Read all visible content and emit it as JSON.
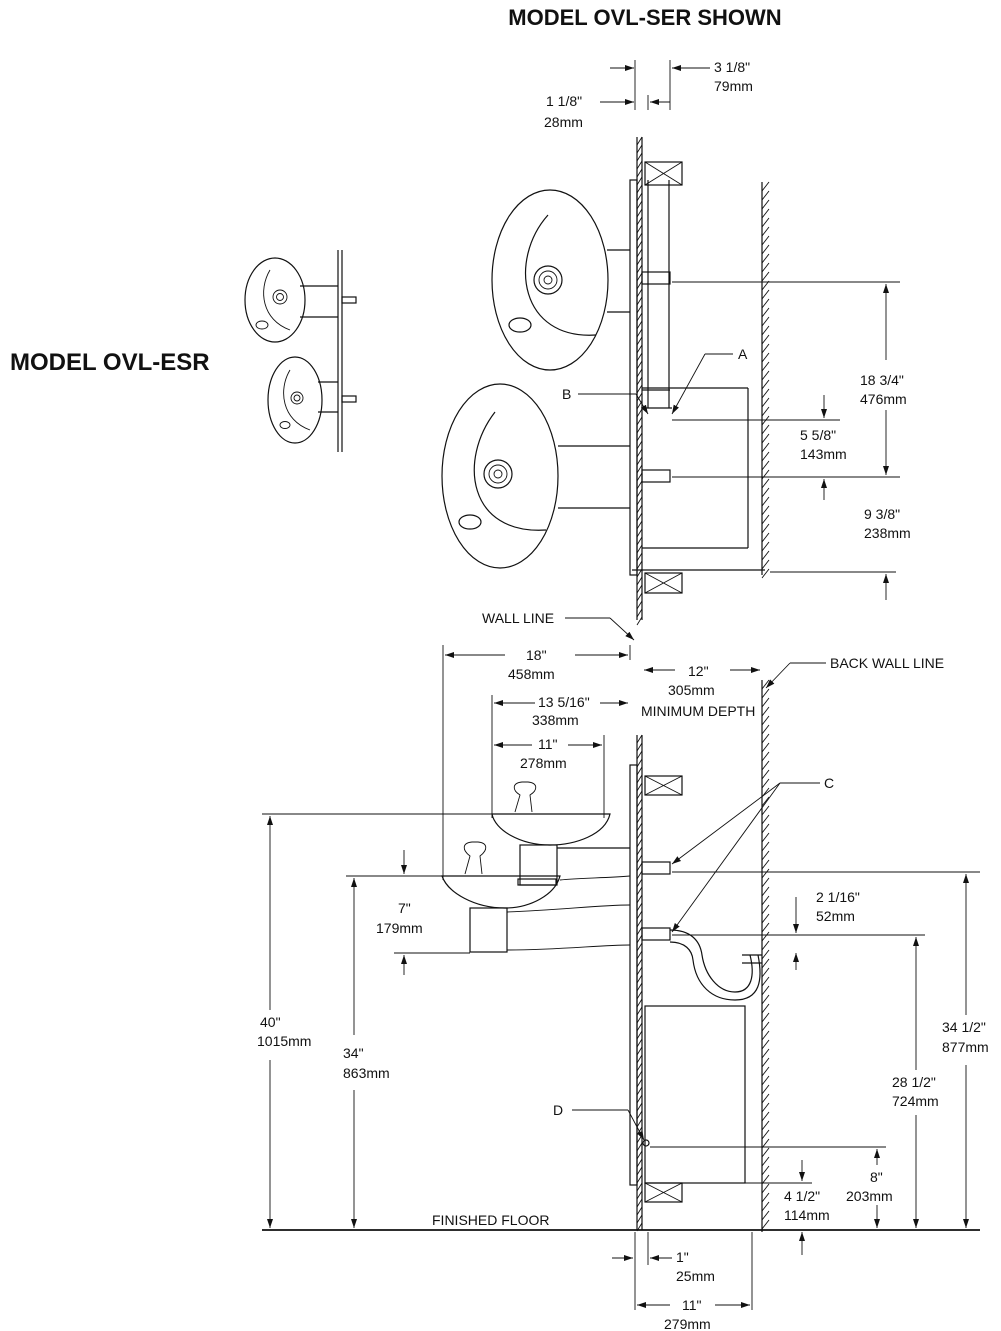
{
  "titles": {
    "ser": "MODEL OVL-SER SHOWN",
    "esr": "MODEL OVL-ESR"
  },
  "labels": {
    "wall_line": "WALL LINE",
    "back_wall_line": "BACK WALL LINE",
    "minimum_depth": "MINIMUM DEPTH",
    "finished_floor": "FINISHED FLOOR",
    "callout_a": "A",
    "callout_b": "B",
    "callout_c": "C",
    "callout_d": "D"
  },
  "dimensions": {
    "d_3_1_8": {
      "in": "3 1/8\"",
      "mm": "79mm"
    },
    "d_1_1_8": {
      "in": "1 1/8\"",
      "mm": "28mm"
    },
    "d_18_3_4": {
      "in": "18 3/4\"",
      "mm": "476mm"
    },
    "d_5_5_8": {
      "in": "5 5/8\"",
      "mm": "143mm"
    },
    "d_9_3_8": {
      "in": "9 3/8\"",
      "mm": "238mm"
    },
    "d_18": {
      "in": "18\"",
      "mm": "458mm"
    },
    "d_13_5_16": {
      "in": "13 5/16\"",
      "mm": "338mm"
    },
    "d_11_top": {
      "in": "11\"",
      "mm": "278mm"
    },
    "d_12": {
      "in": "12\"",
      "mm": "305mm"
    },
    "d_2_1_16": {
      "in": "2 1/16\"",
      "mm": "52mm"
    },
    "d_7": {
      "in": "7\"",
      "mm": "179mm"
    },
    "d_40": {
      "in": "40\"",
      "mm": "1015mm"
    },
    "d_34": {
      "in": "34\"",
      "mm": "863mm"
    },
    "d_34_1_2": {
      "in": "34 1/2\"",
      "mm": "877mm"
    },
    "d_28_1_2": {
      "in": "28 1/2\"",
      "mm": "724mm"
    },
    "d_8": {
      "in": "8\"",
      "mm": "203mm"
    },
    "d_4_1_2": {
      "in": "4 1/2\"",
      "mm": "114mm"
    },
    "d_1": {
      "in": "1\"",
      "mm": "25mm"
    },
    "d_11_bottom": {
      "in": "11\"",
      "mm": "279mm"
    }
  }
}
